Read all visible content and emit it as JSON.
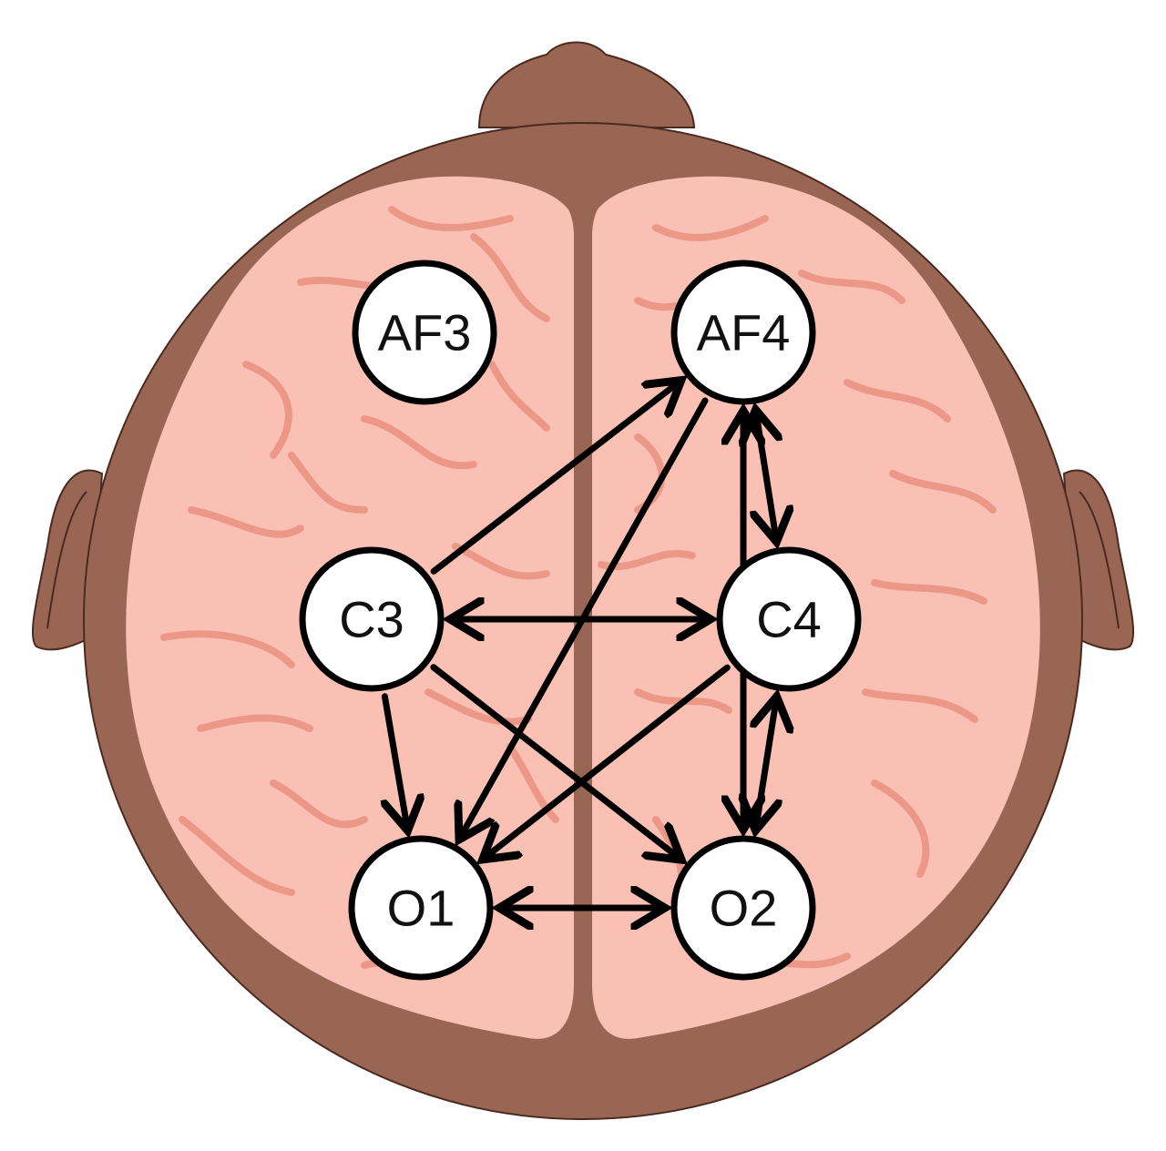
{
  "colors": {
    "background": "#ffffff",
    "head": "#9a6654",
    "head_outline": "#4a2a20",
    "brain": "#fbc0b4",
    "brain_fold": "#ec9888",
    "electrode_fill": "#ffffff",
    "electrode_stroke": "#000000",
    "arrow": "#000000"
  },
  "electrodes": [
    {
      "id": "AF3",
      "label": "AF3"
    },
    {
      "id": "AF4",
      "label": "AF4"
    },
    {
      "id": "C3",
      "label": "C3"
    },
    {
      "id": "C4",
      "label": "C4"
    },
    {
      "id": "O1",
      "label": "O1"
    },
    {
      "id": "O2",
      "label": "O2"
    }
  ],
  "connections": [
    {
      "from": "C3",
      "to": "AF4",
      "bidirectional": false
    },
    {
      "from": "AF4",
      "to": "O1",
      "bidirectional": false
    },
    {
      "from": "AF4",
      "to": "O2",
      "bidirectional": true
    },
    {
      "from": "AF4",
      "to": "C4",
      "bidirectional": true
    },
    {
      "from": "C3",
      "to": "C4",
      "bidirectional": true
    },
    {
      "from": "C3",
      "to": "O1",
      "bidirectional": false
    },
    {
      "from": "C3",
      "to": "O2",
      "bidirectional": false
    },
    {
      "from": "C4",
      "to": "O1",
      "bidirectional": false
    },
    {
      "from": "C4",
      "to": "O2",
      "bidirectional": true
    },
    {
      "from": "O1",
      "to": "O2",
      "bidirectional": true
    }
  ]
}
